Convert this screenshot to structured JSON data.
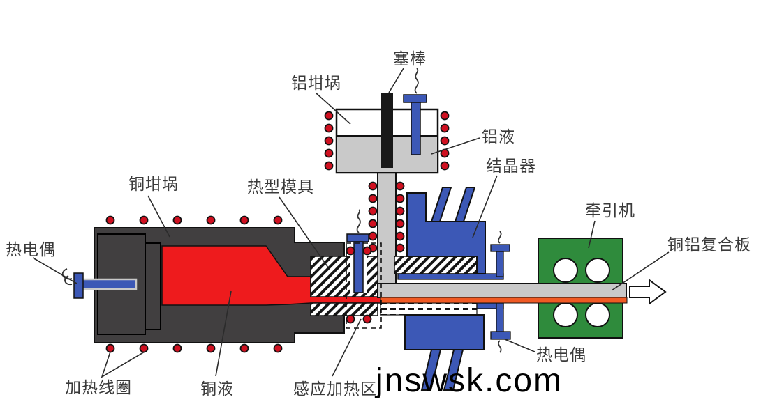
{
  "diagram": {
    "watermark": "jnswsk.com",
    "labels": {
      "stopper_rod": "塞棒",
      "aluminum_crucible": "铝坩埚",
      "aluminum_melt": "铝液",
      "crystallizer": "结晶器",
      "copper_crucible": "铜坩埚",
      "hot_mold": "热型模具",
      "traction_machine": "牵引机",
      "composite_plate": "铜铝复合板",
      "thermocouple_left": "热电偶",
      "heating_coil": "加热线圈",
      "copper_melt": "铜液",
      "induction_heating_zone": "感应加热区",
      "thermocouple_right": "热电偶"
    },
    "colors": {
      "melt_red": "#ee1b1d",
      "orange_layer": "#f05a24",
      "metal_gray": "#c9c9c9",
      "dark_body": "#413f40",
      "blue": "#3c58b6",
      "green": "#2f8b3c",
      "coil_dot": "#cf1020",
      "stopper_black": "#191919",
      "label_text": "#3a3a3a",
      "watermark_text": "#000000"
    }
  }
}
